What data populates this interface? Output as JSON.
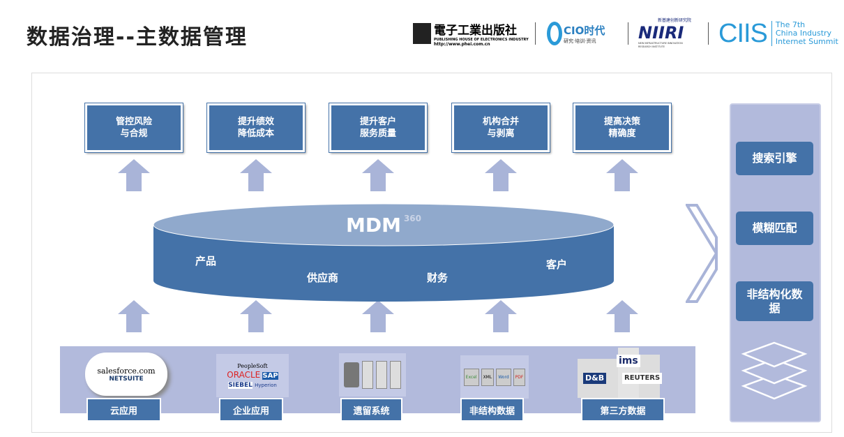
{
  "title": "数据治理--主数据管理",
  "logos": {
    "phei": {
      "name": "電子工業出版社",
      "sub": "PUBLISHING HOUSE OF ELECTRONICS INDUSTRY",
      "url": "http://www.phei.com.cn"
    },
    "cio": {
      "name": "CIO时代",
      "sub": "研究·培训·资讯"
    },
    "niiri": {
      "name": "NIIRI",
      "top": "新基建创新研究院",
      "sub": "NEW INFRASTRUCTURE INNOVATION RESEARCH INSTITUTE"
    },
    "ciis": {
      "name": "CIIS",
      "line1": "The 7th",
      "line2": "China Industry",
      "line3": "Internet Summit"
    }
  },
  "goals": [
    "管控风险\n与合规",
    "提升绩效\n降低成本",
    "提升客户\n服务质量",
    "机构合并\n与剥离",
    "提高决策\n精确度"
  ],
  "mdm": {
    "title": "MDM",
    "superscript": "360",
    "domains": [
      "产品",
      "供应商",
      "财务",
      "客户"
    ]
  },
  "panel": [
    "搜索引擎",
    "模糊匹配",
    "非结构化数据"
  ],
  "sources": [
    {
      "label": "云应用",
      "logos": [
        "salesforce.com",
        "NETSUITE"
      ]
    },
    {
      "label": "企业应用",
      "logos": [
        "PeopleSoft",
        "ORACLE",
        "SAP",
        "SIEBEL",
        "Hyperion"
      ]
    },
    {
      "label": "遗留系统",
      "logos": []
    },
    {
      "label": "非结构数据",
      "logos": [
        "Excel",
        "XML",
        "Word",
        "PDF"
      ]
    },
    {
      "label": "第三方数据",
      "logos": [
        "ims",
        "D&B",
        "REUTERS"
      ]
    }
  ],
  "colors": {
    "box": "#4472a8",
    "arrow": "#a9b4d8",
    "panel": "#b2badc"
  }
}
